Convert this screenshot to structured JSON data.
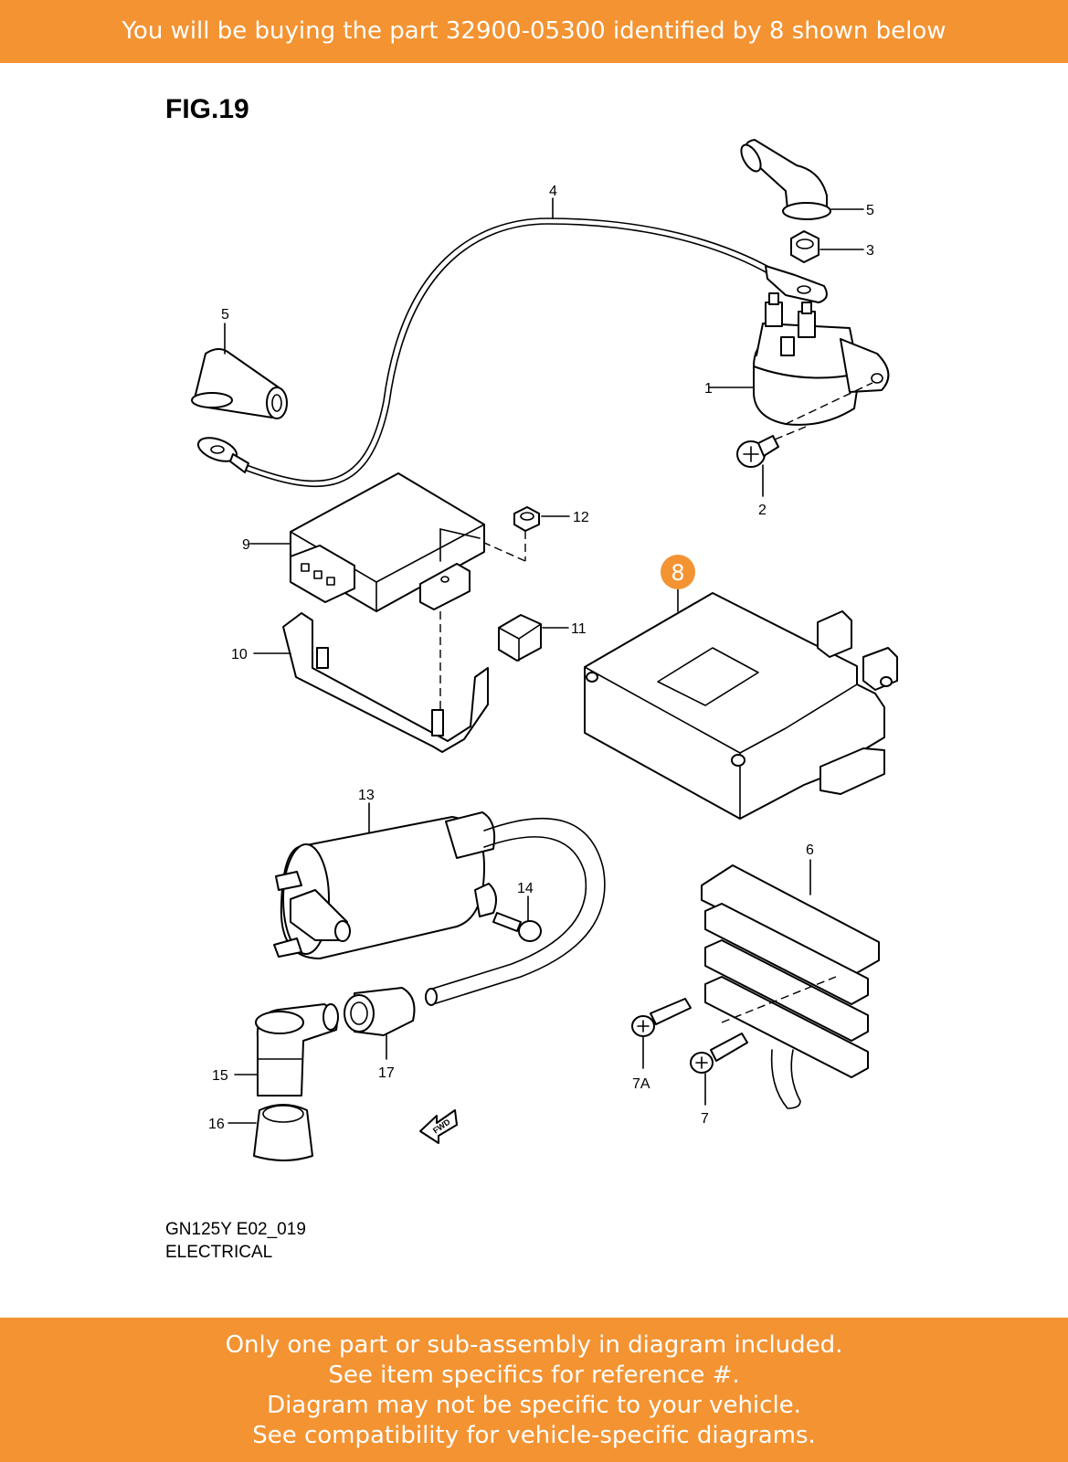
{
  "header": {
    "text": "You will be buying the part 32900-05300 identified by 8 shown below"
  },
  "diagram": {
    "figure": "FIG.19",
    "code": "GN125Y E02_019",
    "section": "ELECTRICAL",
    "highlight": {
      "label": "8",
      "color": "#f39332"
    },
    "fwd_label": "FWD",
    "callouts": {
      "c1": "1",
      "c2": "2",
      "c3": "3",
      "c4": "4",
      "c5a": "5",
      "c5b": "5",
      "c6": "6",
      "c7": "7",
      "c7a": "7A",
      "c9": "9",
      "c10": "10",
      "c11": "11",
      "c12": "12",
      "c13": "13",
      "c14": "14",
      "c15": "15",
      "c16": "16",
      "c17": "17"
    }
  },
  "footer": {
    "lines": [
      "Only one part or sub-assembly in diagram included.",
      "See item specifics for reference #.",
      "Diagram may not be specific to your vehicle.",
      "See compatibility for vehicle-specific diagrams."
    ]
  },
  "colors": {
    "banner": "#f39332",
    "banner_text": "#ffffff"
  }
}
